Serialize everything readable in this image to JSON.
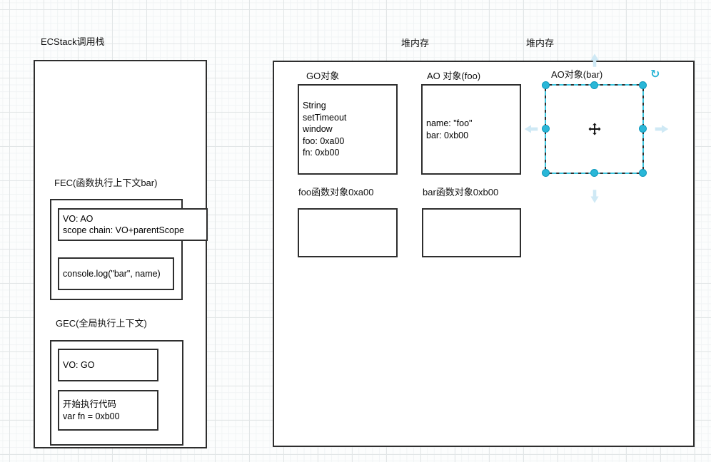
{
  "colors": {
    "stroke": "#2e2e2e",
    "selection_accent": "#29b7d8",
    "selection_arrow": "#cfe9f5",
    "grid_major": "#e2e6e7",
    "grid_minor": "#f1f4f5"
  },
  "icons": {
    "rotate_glyph": "↻",
    "move": "move-cross-arrow",
    "direction_arrows": [
      "up",
      "down",
      "left",
      "right"
    ]
  },
  "stack": {
    "title": "ECStack调用栈",
    "fec": {
      "label": "FEC(函数执行上下文bar)",
      "vo_lines": [
        "VO: AO",
        "scope chain: VO+parentScope"
      ],
      "code": "console.log(\"bar\", name)"
    },
    "gec": {
      "label": "GEC(全局执行上下文)",
      "vo": "VO: GO",
      "code_lines": [
        "开始执行代码",
        "var fn = 0xb00"
      ]
    }
  },
  "heap": {
    "label_left": "堆内存",
    "label_right": "堆内存",
    "go_object": {
      "label": "GO对象",
      "lines": [
        "String",
        "setTimeout",
        "window",
        "foo: 0xa00",
        "fn: 0xb00"
      ]
    },
    "ao_foo": {
      "label": "AO 对象(foo)",
      "lines": [
        "name: \"foo\"",
        "bar: 0xb00"
      ]
    },
    "ao_bar": {
      "label": "AO对象(bar)"
    },
    "foo_fn": {
      "label": "foo函数对象0xa00"
    },
    "bar_fn": {
      "label": "bar函数对象0xb00"
    }
  }
}
